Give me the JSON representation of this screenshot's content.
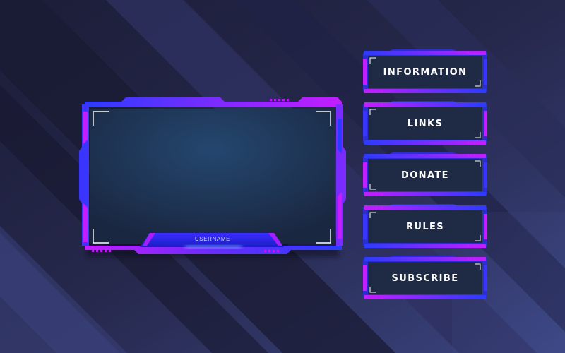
{
  "colors": {
    "background": "#25264a",
    "frame_blue": "#2b3bff",
    "frame_magenta": "#c41dff",
    "panel_fill": "#1f2a44",
    "screen_center": "#24476f",
    "screen_edge": "#1a2741"
  },
  "webcam": {
    "username_label": "USERNAME"
  },
  "panels": [
    {
      "label": "INFORMATION"
    },
    {
      "label": "LINKS"
    },
    {
      "label": "DONATE"
    },
    {
      "label": "RULES"
    },
    {
      "label": "SUBSCRIBE"
    }
  ]
}
